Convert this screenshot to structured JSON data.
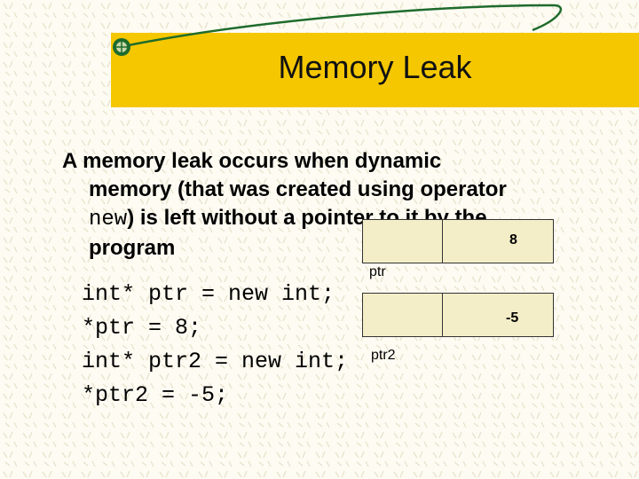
{
  "slide": {
    "title": "Memory Leak",
    "para_line1": "A memory leak occurs when dynamic",
    "para_line2": "memory (that was created using operator",
    "para_line3_code": "new",
    "para_line3_rest": ") is left without a pointer to it by the",
    "para_line4": "program"
  },
  "code": {
    "lines": [
      "int* ptr = new int;",
      "*ptr = 8;",
      "int* ptr2 = new int;",
      "*ptr2 = -5;"
    ]
  },
  "diagram": {
    "box1_value": "8",
    "label1": "ptr",
    "box2_value": "-5",
    "label2": "ptr2"
  },
  "colors": {
    "accent": "#f4c700",
    "box_fill": "#f4eec8",
    "swoosh": "#1e6b2c"
  }
}
